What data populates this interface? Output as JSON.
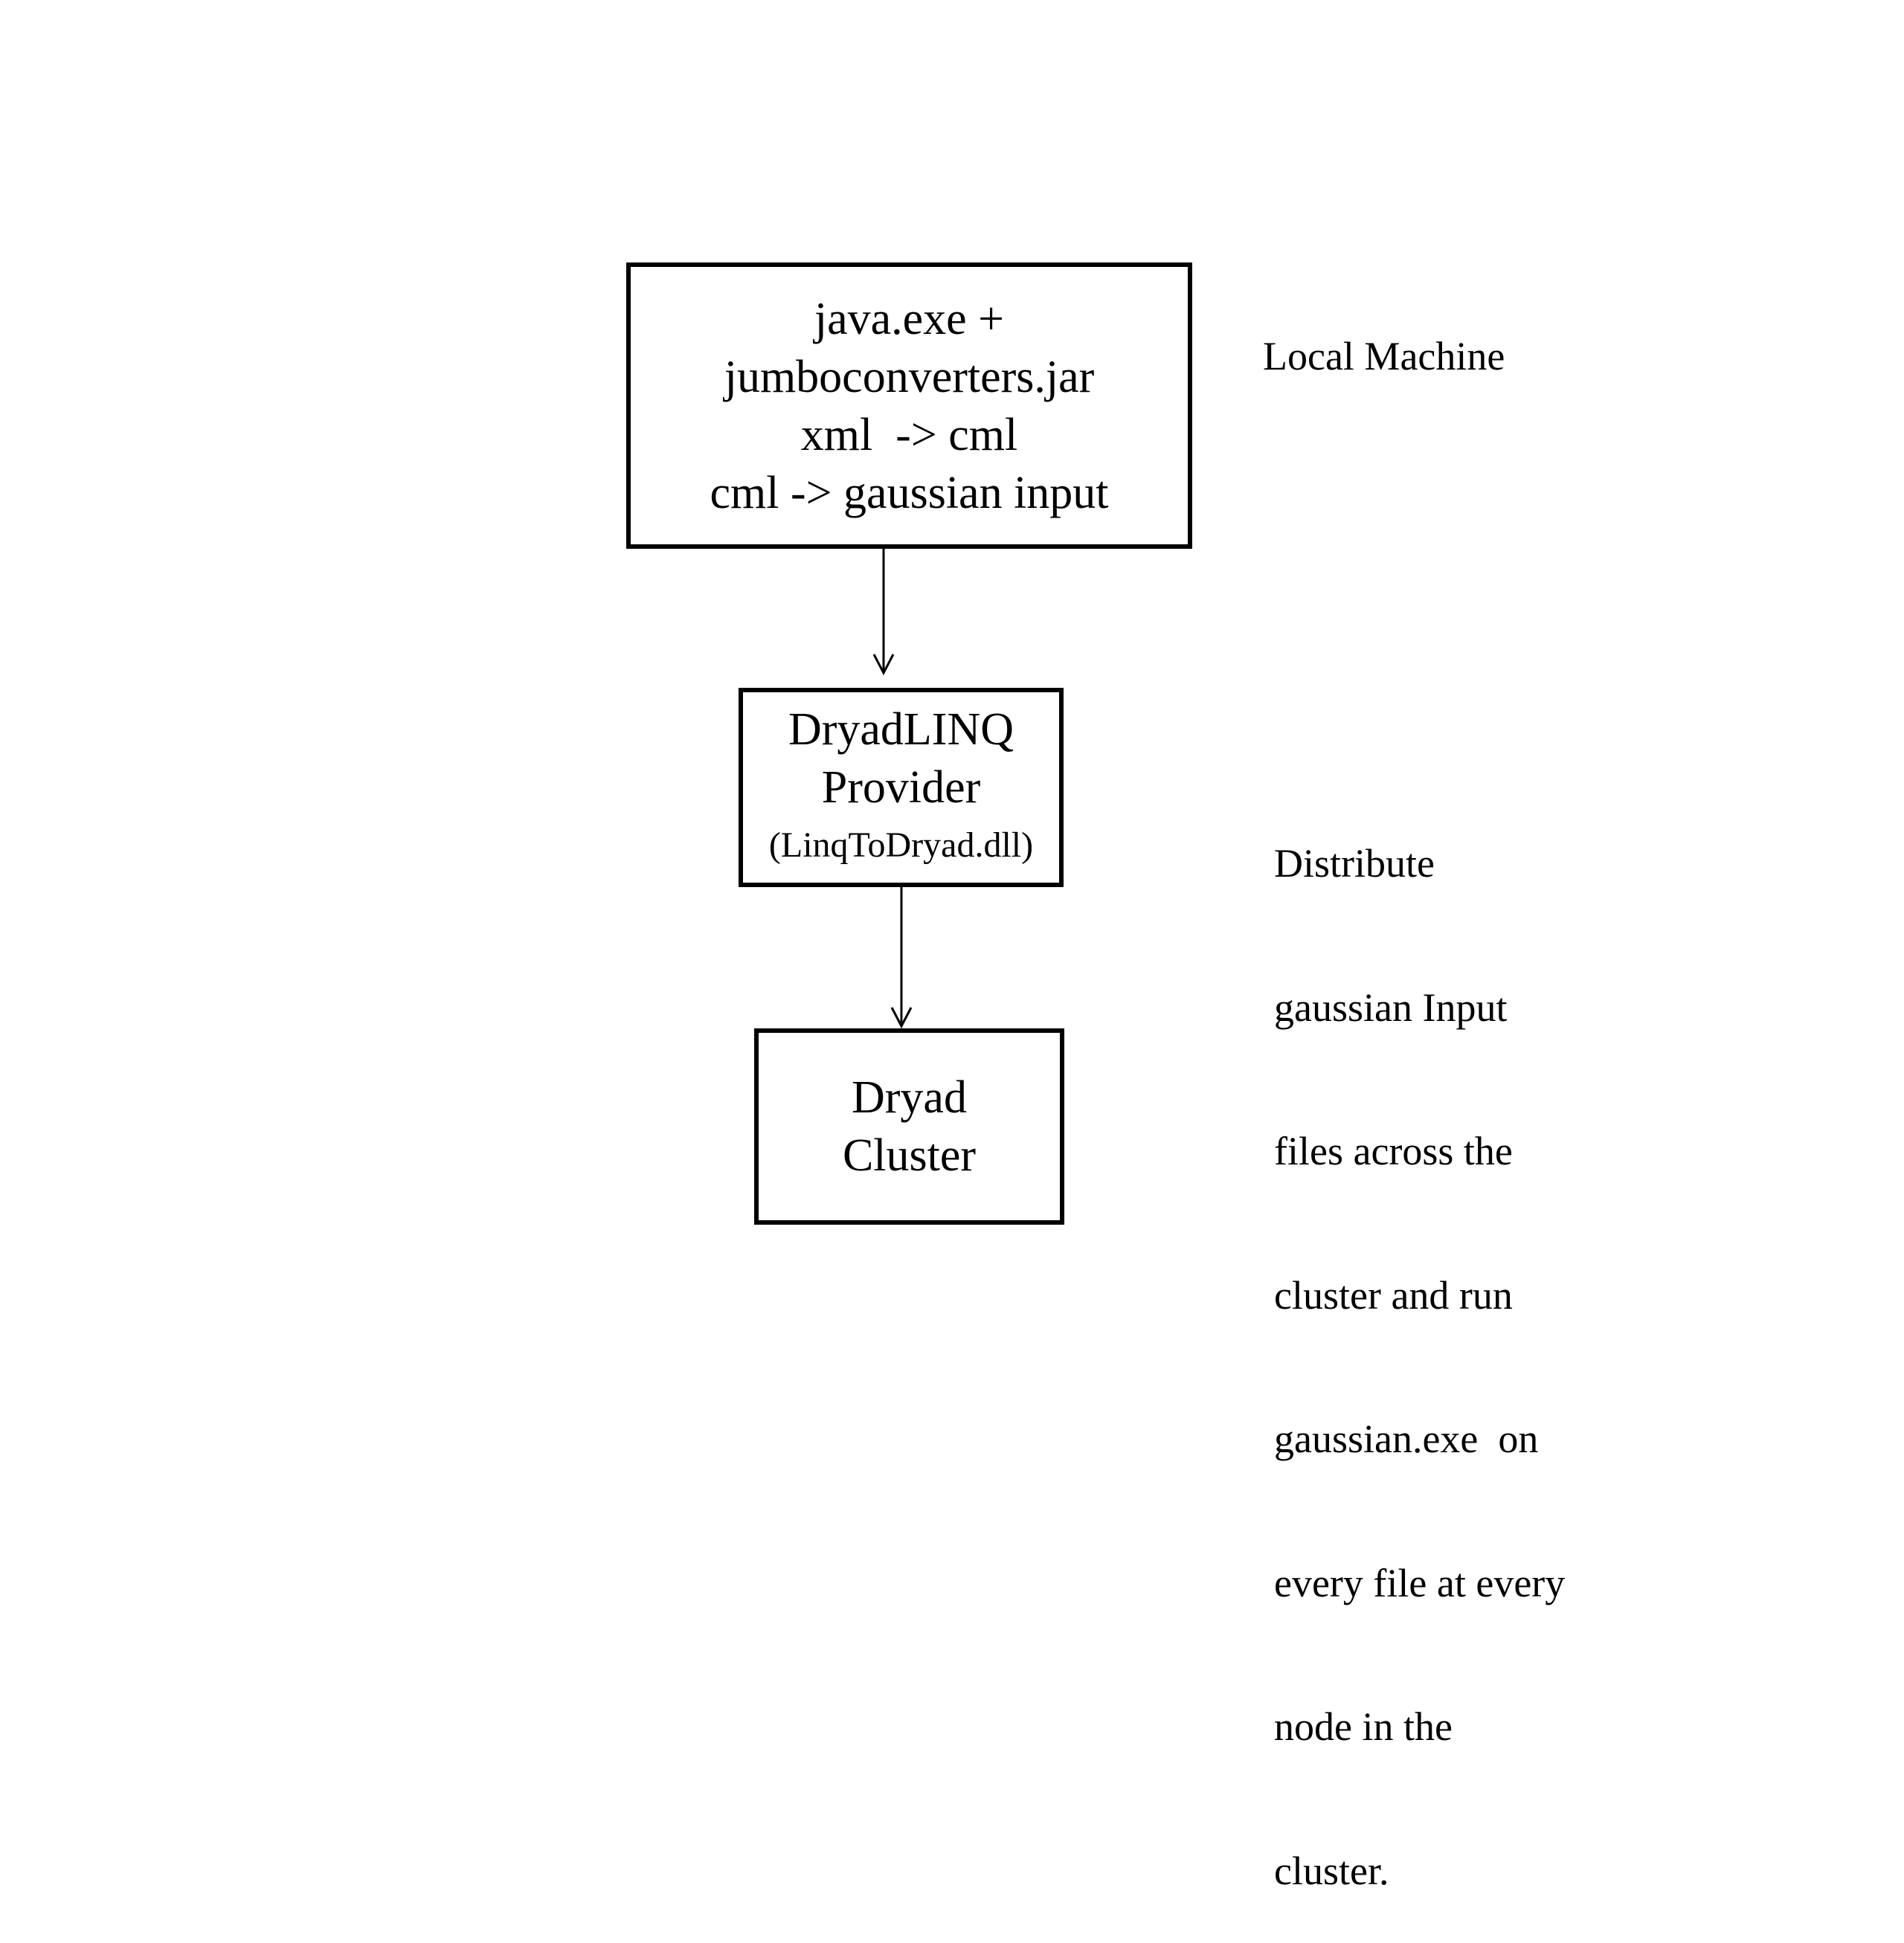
{
  "diagram": {
    "nodes": [
      {
        "id": "local",
        "lines": [
          "java.exe +",
          "jumboconverters.jar",
          "xml  -> cml",
          "cml -> gaussian input"
        ]
      },
      {
        "id": "provider",
        "lines": [
          "DryadLINQ",
          "Provider",
          "(LinqToDryad.dll)"
        ]
      },
      {
        "id": "cluster",
        "lines": [
          "Dryad",
          "Cluster"
        ]
      }
    ],
    "edges": [
      {
        "from": "local",
        "to": "provider"
      },
      {
        "from": "provider",
        "to": "cluster"
      }
    ],
    "annotations": {
      "local_machine": "Local Machine",
      "distribute_lines": [
        "Distribute",
        "gaussian Input",
        "files across the",
        "cluster and run",
        "gaussian.exe  on",
        "every file at every",
        "node in the",
        "cluster."
      ]
    }
  },
  "colors": {
    "stroke": "#000000",
    "background": "#ffffff"
  }
}
